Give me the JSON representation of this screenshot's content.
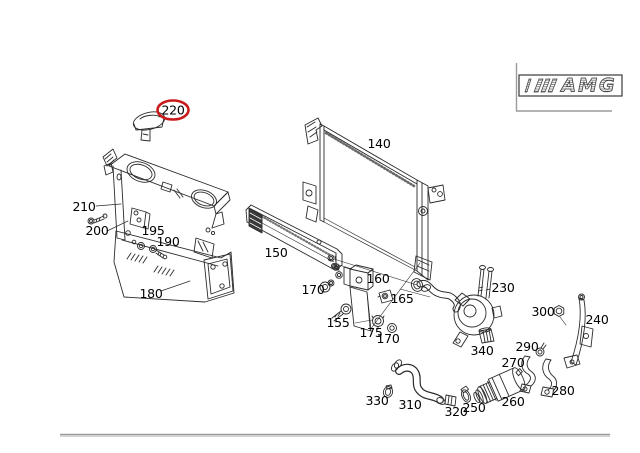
{
  "colors": {
    "ink": "#2b2b2b",
    "label": "#000000",
    "highlight": "#c81a1a",
    "frame": "#9b9b9b"
  },
  "logo": {
    "text": "AMG"
  },
  "highlighted_part": {
    "label": "220"
  },
  "parts": {
    "p220": "220",
    "p210": "210",
    "p200": "200",
    "p195": "195",
    "p190": "190",
    "p180": "180",
    "p140": "140",
    "p150": "150",
    "p170a": "170",
    "p160": "160",
    "p165": "165",
    "p155": "155",
    "p175": "175",
    "p170b": "170",
    "p230": "230",
    "p300": "300",
    "p240": "240",
    "p290": "290",
    "p270": "270",
    "p280": "280",
    "p260": "260",
    "p340": "340",
    "p330": "330",
    "p310": "310",
    "p320": "320",
    "p250": "250"
  }
}
